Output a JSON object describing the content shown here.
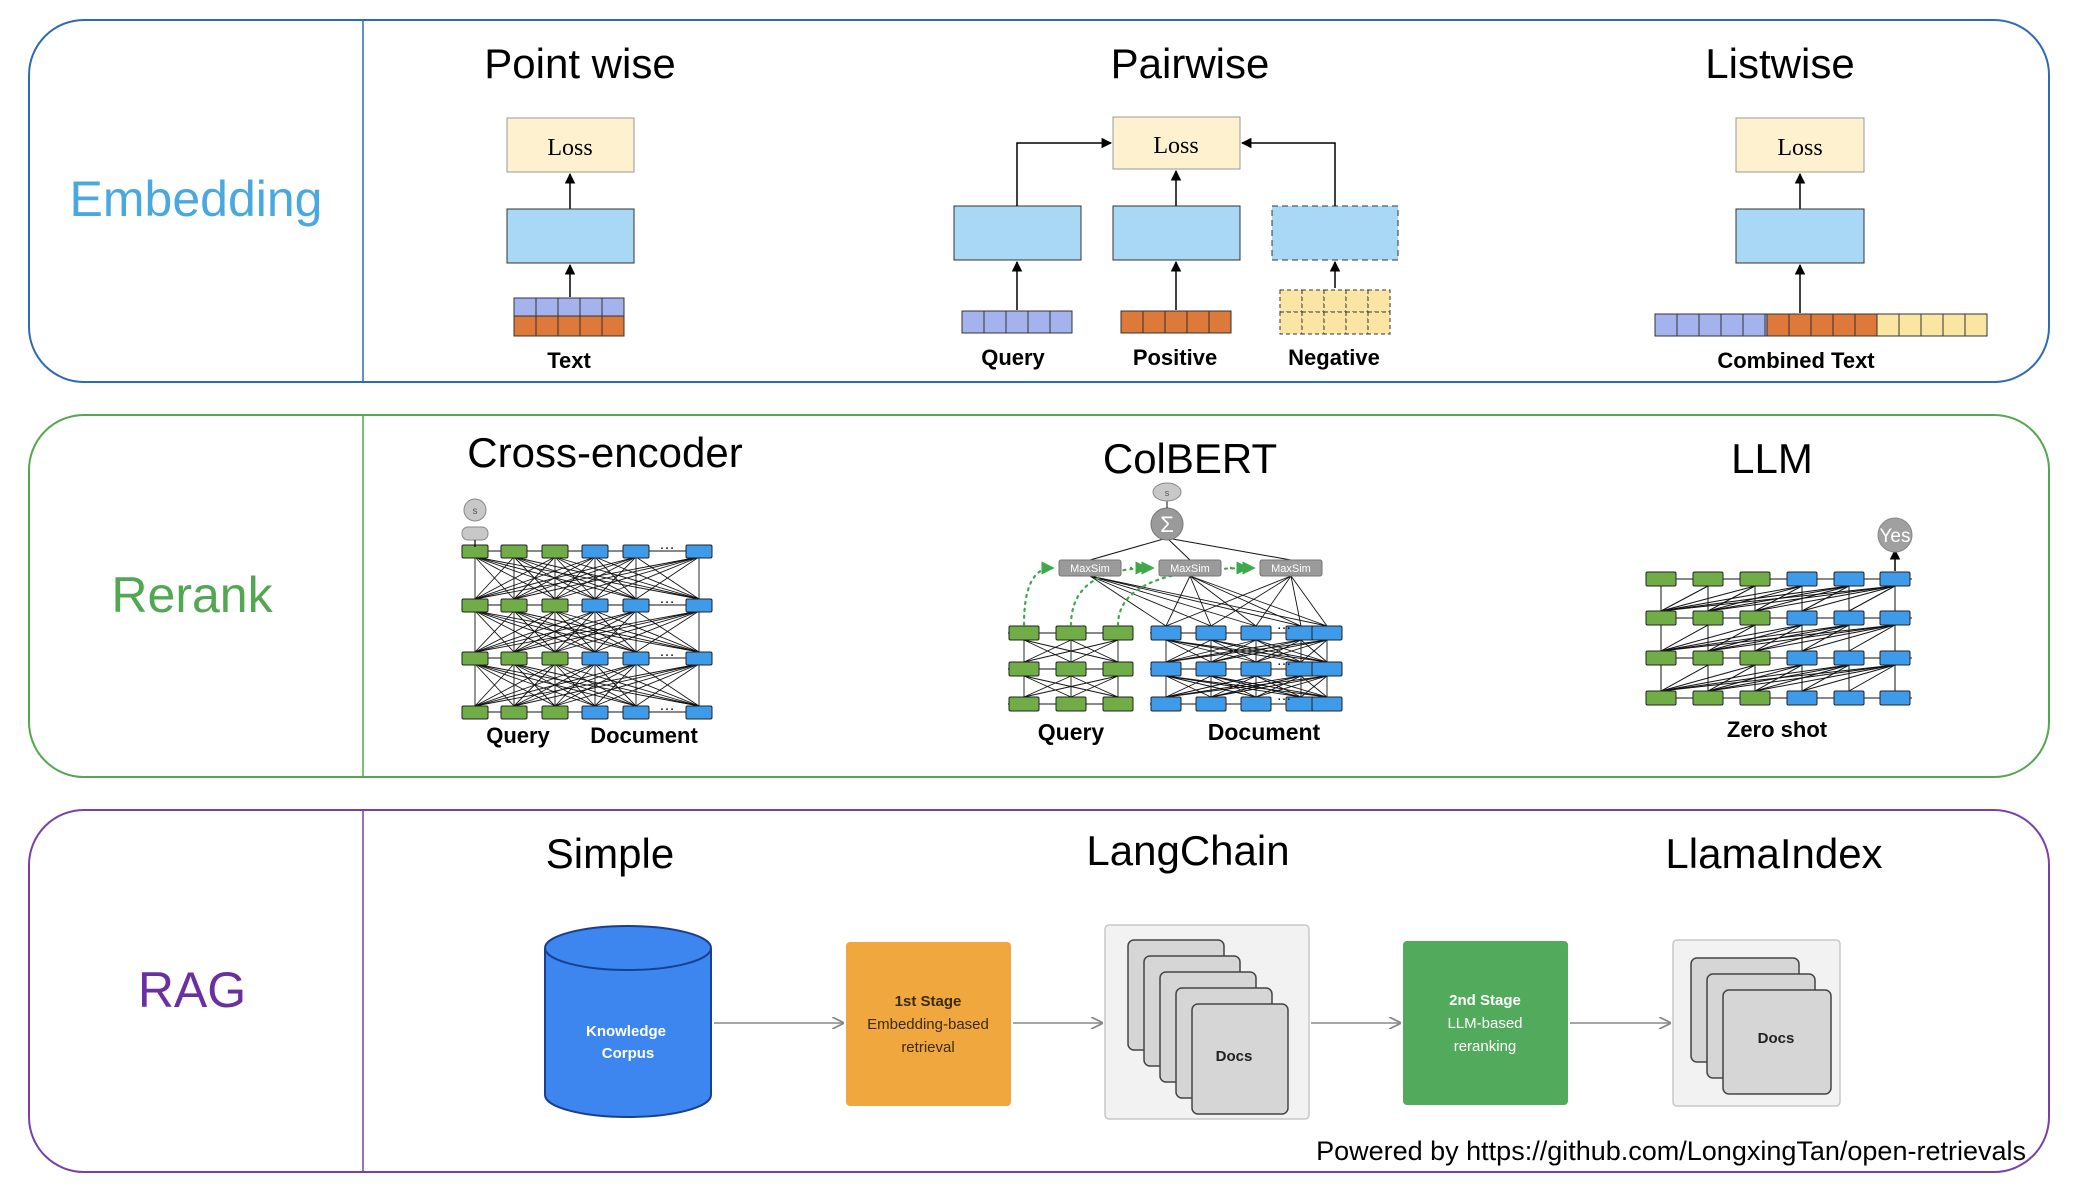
{
  "rows": {
    "embedding": {
      "label": "Embedding",
      "color": "#4aa8e0",
      "border": "#2f6ab5",
      "panels": {
        "pointwise": {
          "title": "Point wise",
          "loss": "Loss",
          "inputs": [
            "Text"
          ]
        },
        "pairwise": {
          "title": "Pairwise",
          "loss": "Loss",
          "inputs": [
            "Query",
            "Positive",
            "Negative"
          ]
        },
        "listwise": {
          "title": "Listwise",
          "loss": "Loss",
          "inputs": [
            "Combined Text"
          ]
        }
      }
    },
    "rerank": {
      "label": "Rerank",
      "color": "#52a852",
      "border": "#52a852",
      "panels": {
        "cross_encoder": {
          "title": "Cross-encoder",
          "score": "s",
          "ellipsis": "…",
          "inputs": [
            "Query",
            "Document"
          ]
        },
        "colbert": {
          "title": "ColBERT",
          "score": "s",
          "sum": "Σ",
          "maxsim": "MaxSim",
          "ellipsis": "…",
          "inputs": [
            "Query",
            "Document"
          ]
        },
        "llm": {
          "title": "LLM",
          "output": "Yes",
          "inputs": [
            "Zero shot"
          ]
        }
      }
    },
    "rag": {
      "label": "RAG",
      "color": "#6a2fa0",
      "border": "#7a40a8",
      "titles": [
        "Simple",
        "LangChain",
        "LlamaIndex"
      ],
      "flow": {
        "corpus": [
          "Knowledge",
          "Corpus"
        ],
        "stage1": [
          "1st Stage",
          "Embedding-based",
          "retrieval"
        ],
        "docs1": "Docs",
        "stage2": [
          "2nd Stage",
          "LLM-based",
          "reranking"
        ],
        "docs2": "Docs"
      }
    }
  },
  "colors": {
    "loss_fill": "#fdf1cf",
    "encoder_fill": "#a8d8f5",
    "query_token": "#a4b3ee",
    "positive_token": "#dd7a3a",
    "negative_token": "#fbe5a3",
    "node_green": "#70ad47",
    "node_blue": "#3d9be9",
    "stage1": "#f0a83e",
    "stage2": "#52ab5c",
    "corpus": "#3d86f0"
  },
  "footer": "Powered by https://github.com/LongxingTan/open-retrievals"
}
